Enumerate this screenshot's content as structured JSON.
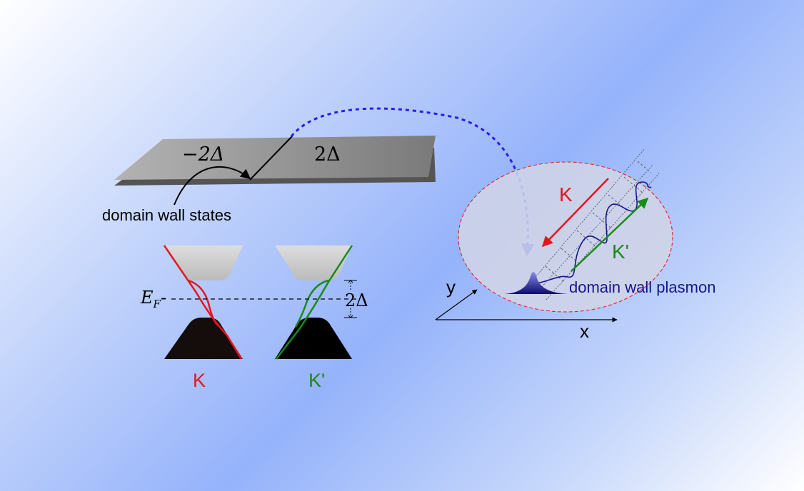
{
  "sheet": {
    "left_label": "−2Δ",
    "right_label": "2Δ",
    "annotation": "domain wall states"
  },
  "bands": {
    "fermi_label_main": "E",
    "fermi_label_sub": "F",
    "gap_label": "2Δ",
    "valley_k": "K",
    "valley_kprime": "K'"
  },
  "plasmon": {
    "k_label": "K",
    "kprime_label": "K'",
    "caption": "domain wall plasmon",
    "axis_x": "x",
    "axis_y": "y"
  },
  "colors": {
    "k_valley": "#e8141b",
    "kprime_valley": "#1a8a1a",
    "plasmon_text": "#17178a",
    "dashed_arrow": "#2b1bf0",
    "ellipse_border": "#e8141b"
  }
}
